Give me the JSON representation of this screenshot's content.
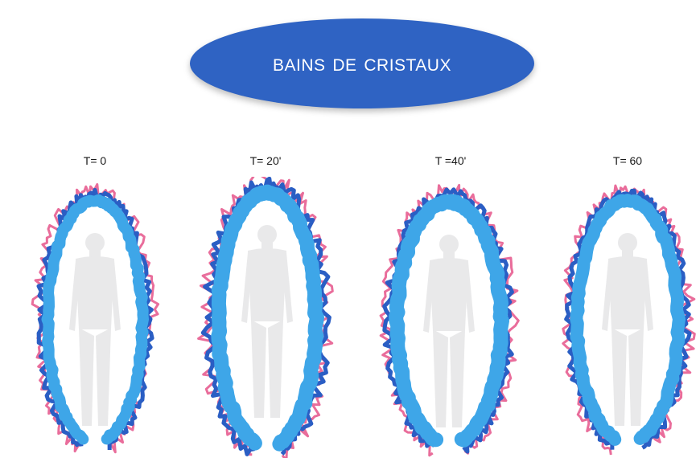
{
  "title": "Bains de cristaux",
  "panels": [
    {
      "label": "T= 0"
    },
    {
      "label": "T= 20'"
    },
    {
      "label": "T =40'"
    },
    {
      "label": "T= 60"
    }
  ],
  "colors": {
    "title_pill": "#2f63c3",
    "aura_blue": "#3ea6e8",
    "aura_dark": "#2a5ec4",
    "aura_pink": "#e23c7a",
    "silhouette": "#e9e9ea"
  }
}
